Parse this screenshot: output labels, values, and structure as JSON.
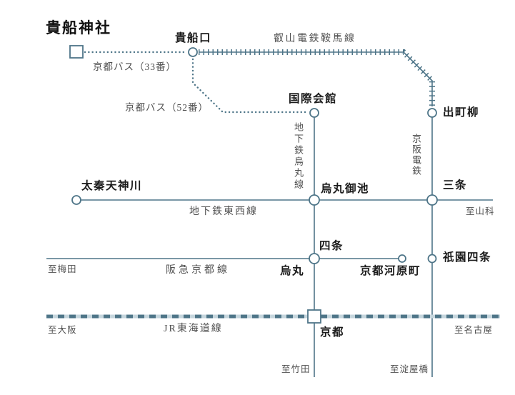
{
  "map": {
    "title": "貴船神社",
    "colors": {
      "line": "#4e7588",
      "station_text": "#1b1b1b",
      "line_text": "#4f4f4f"
    },
    "bus_routes": {
      "route33": {
        "label": "京都バス（33番）"
      },
      "route52": {
        "label": "京都バス（52番）"
      }
    },
    "rail_lines": {
      "eizan": {
        "label": "叡山電鉄鞍馬線"
      },
      "karasuma": {
        "label": "地下鉄烏丸線"
      },
      "keihan": {
        "label": "京阪電鉄"
      },
      "tozai": {
        "label": "地下鉄東西線"
      },
      "hankyu": {
        "label": "阪急京都線"
      },
      "jr": {
        "label": "JR東海道線"
      }
    },
    "stations": {
      "kibuneguchi": {
        "label": "貴船口"
      },
      "kokusaikaikan": {
        "label": "国際会館"
      },
      "demachiyanagi": {
        "label": "出町柳"
      },
      "uzumasa_tenjingawa": {
        "label": "太秦天神川"
      },
      "karasuma_oike": {
        "label": "烏丸御池"
      },
      "sanjo": {
        "label": "三条"
      },
      "shijo": {
        "label": "四条"
      },
      "karasuma": {
        "label": "烏丸"
      },
      "kyoto_kawaramachi": {
        "label": "京都河原町"
      },
      "gion_shijo": {
        "label": "祇園四条"
      },
      "kyoto": {
        "label": "京都"
      }
    },
    "directions": {
      "yamashina": {
        "label": "至山科"
      },
      "umeda": {
        "label": "至梅田"
      },
      "osaka": {
        "label": "至大阪"
      },
      "nagoya": {
        "label": "至名古屋"
      },
      "takeda": {
        "label": "至竹田"
      },
      "yodoyabashi": {
        "label": "至淀屋橋"
      }
    }
  }
}
